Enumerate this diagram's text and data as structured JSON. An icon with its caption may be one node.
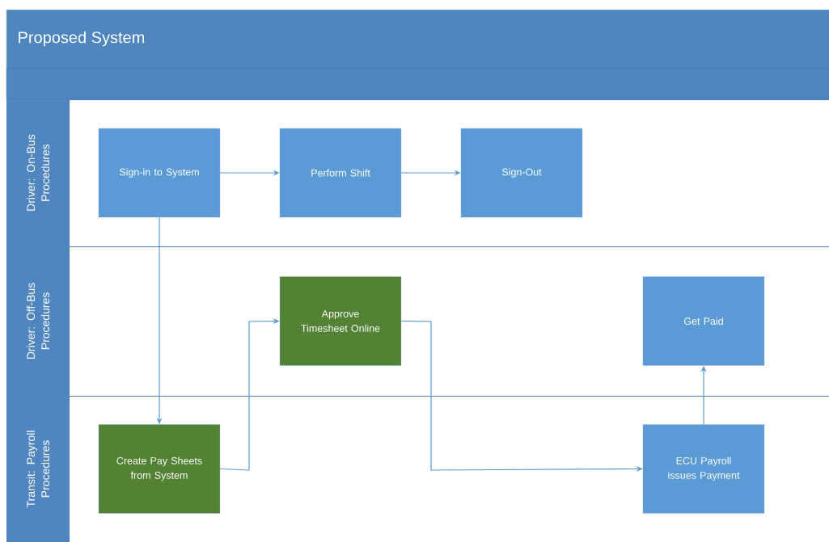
{
  "diagram": {
    "nodes": [
      {
        "text": [
          "Proposed System"
        ]
      },
      {
        "text": [
          "Driver: On-Bus Procedures"
        ]
      },
      {
        "text": [
          "Driver: Off-Bus Procedures"
        ]
      },
      {
        "text": [
          "Transit: Payroll Procedures"
        ]
      },
      {
        "text": [
          "Sign-in to System"
        ],
        "in": 1
      },
      {
        "text": [
          "Perform Shift"
        ],
        "in": 1
      },
      {
        "text": [
          "Sign-Out"
        ],
        "in": 1
      },
      {
        "text": [
          "Approve Timesheet Online"
        ],
        "in": 2
      },
      {
        "text": [
          "Get Paid"
        ],
        "in": 2
      },
      {
        "text": [
          "Create Pay Sheets from System"
        ],
        "in": 3
      },
      {
        "text": [
          "ECU Payroll issues Payment"
        ],
        "in": 3
      }
    ],
    "edges": [
      {
        "from": 4,
        "to": 5,
        "arrow": "to"
      },
      {
        "from": 5,
        "to": 6,
        "arrow": "to"
      },
      {
        "from": 4,
        "to": 9,
        "arrow": "to"
      },
      {
        "from": 9,
        "to": 7,
        "arrow": "to"
      },
      {
        "from": 7,
        "to": 10,
        "arrow": "to"
      },
      {
        "from": 10,
        "to": 8,
        "arrow": "to"
      }
    ]
  }
}
